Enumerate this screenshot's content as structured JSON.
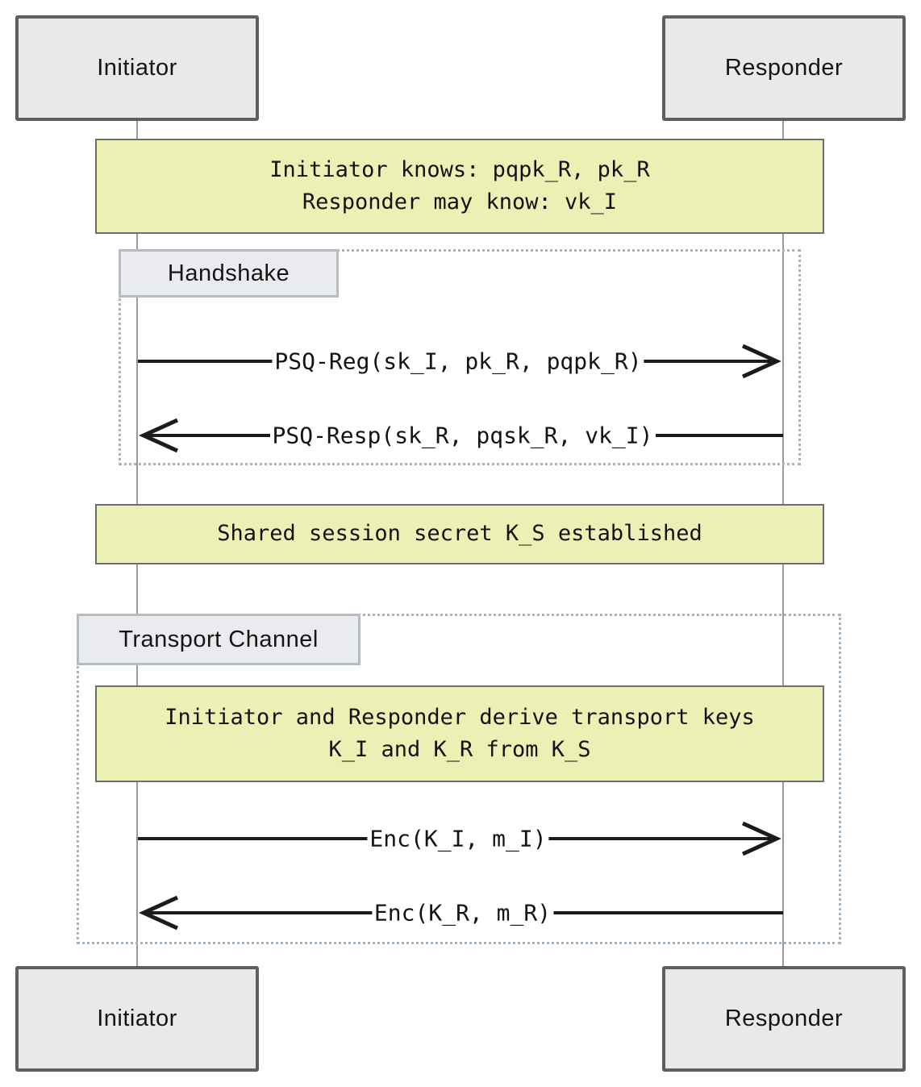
{
  "diagram": {
    "type": "sequence-diagram",
    "actors": [
      {
        "id": "initiator",
        "label": "Initiator"
      },
      {
        "id": "responder",
        "label": "Responder"
      }
    ],
    "notes": [
      {
        "id": "note-initial-knowledge",
        "lines": [
          "Initiator knows: pqpk_R, pk_R",
          "Responder may know: vk_I"
        ]
      },
      {
        "id": "note-shared-secret",
        "lines": [
          "Shared session secret K_S established"
        ]
      },
      {
        "id": "note-derive-keys",
        "lines": [
          "Initiator and Responder derive transport keys",
          "K_I and K_R from K_S"
        ]
      }
    ],
    "fragments": [
      {
        "id": "handshake",
        "label": "Handshake"
      },
      {
        "id": "transport-channel",
        "label": "Transport Channel"
      }
    ],
    "messages": [
      {
        "id": "msg-psq-reg",
        "text": "PSQ-Reg(sk_I, pk_R, pqpk_R)",
        "from": "Initiator",
        "to": "Responder",
        "direction": "right"
      },
      {
        "id": "msg-psq-resp",
        "text": "PSQ-Resp(sk_R, pqsk_R, vk_I)",
        "from": "Responder",
        "to": "Initiator",
        "direction": "left"
      },
      {
        "id": "msg-enc-i",
        "text": "Enc(K_I, m_I)",
        "from": "Initiator",
        "to": "Responder",
        "direction": "right"
      },
      {
        "id": "msg-enc-r",
        "text": "Enc(K_R, m_R)",
        "from": "Responder",
        "to": "Initiator",
        "direction": "left"
      }
    ],
    "colors": {
      "note_fill": "#edf0b5",
      "note_border": "#6e6e6e",
      "actor_fill": "#e9e9e9",
      "actor_border": "#5f5f5f",
      "fragment_label_fill": "#e9ebee",
      "fragment_label_border": "#b5bcc4",
      "fragment_dotted_border": "#a9b3bd",
      "lifeline": "#9a9a9a",
      "message_line": "#1c1c1c",
      "background": "#ffffff"
    }
  }
}
